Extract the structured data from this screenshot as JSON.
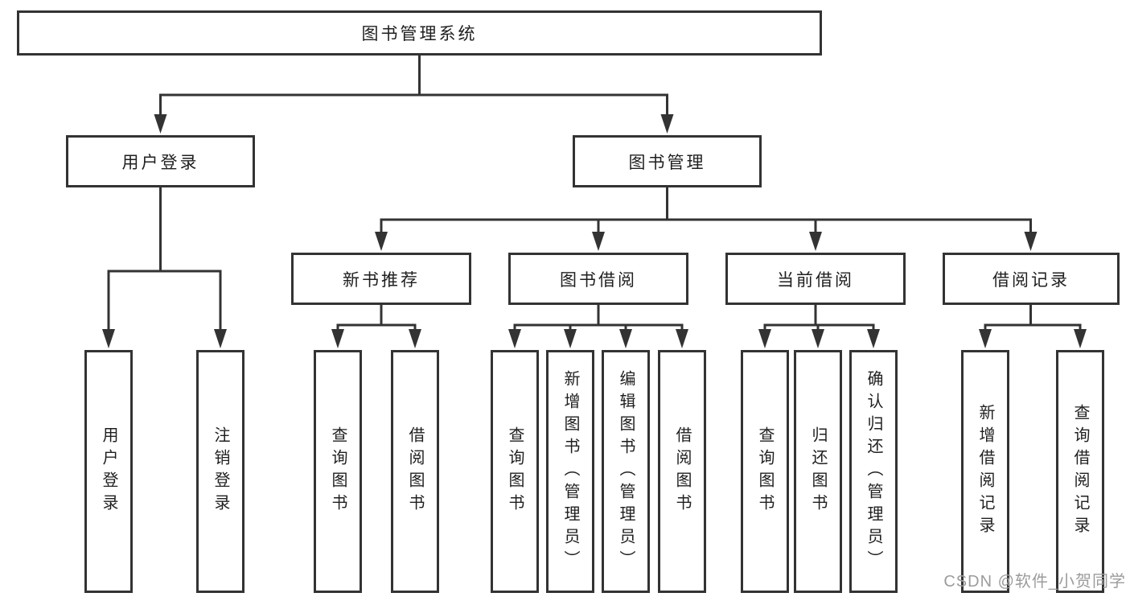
{
  "tree": {
    "label": "图书管理系统",
    "children": [
      {
        "label": "用户登录",
        "children": [
          {
            "label": "用户登录"
          },
          {
            "label": "注销登录"
          }
        ]
      },
      {
        "label": "图书管理",
        "children": [
          {
            "label": "新书推荐",
            "children": [
              {
                "label": "查询图书"
              },
              {
                "label": "借阅图书"
              }
            ]
          },
          {
            "label": "图书借阅",
            "children": [
              {
                "label": "查询图书"
              },
              {
                "label": "新增图书（管理员）"
              },
              {
                "label": "编辑图书（管理员）"
              },
              {
                "label": "借阅图书"
              }
            ]
          },
          {
            "label": "当前借阅",
            "children": [
              {
                "label": "查询图书"
              },
              {
                "label": "归还图书"
              },
              {
                "label": "确认归还（管理员）"
              }
            ]
          },
          {
            "label": "借阅记录",
            "children": [
              {
                "label": "新增借阅记录"
              },
              {
                "label": "查询借阅记录"
              }
            ]
          }
        ]
      }
    ]
  },
  "watermark": "CSDN @软件_小贺同学",
  "colors": {
    "line": "#333333",
    "text": "#1f1f1f",
    "watermark": "#9c9c9c",
    "background": "#ffffff"
  }
}
